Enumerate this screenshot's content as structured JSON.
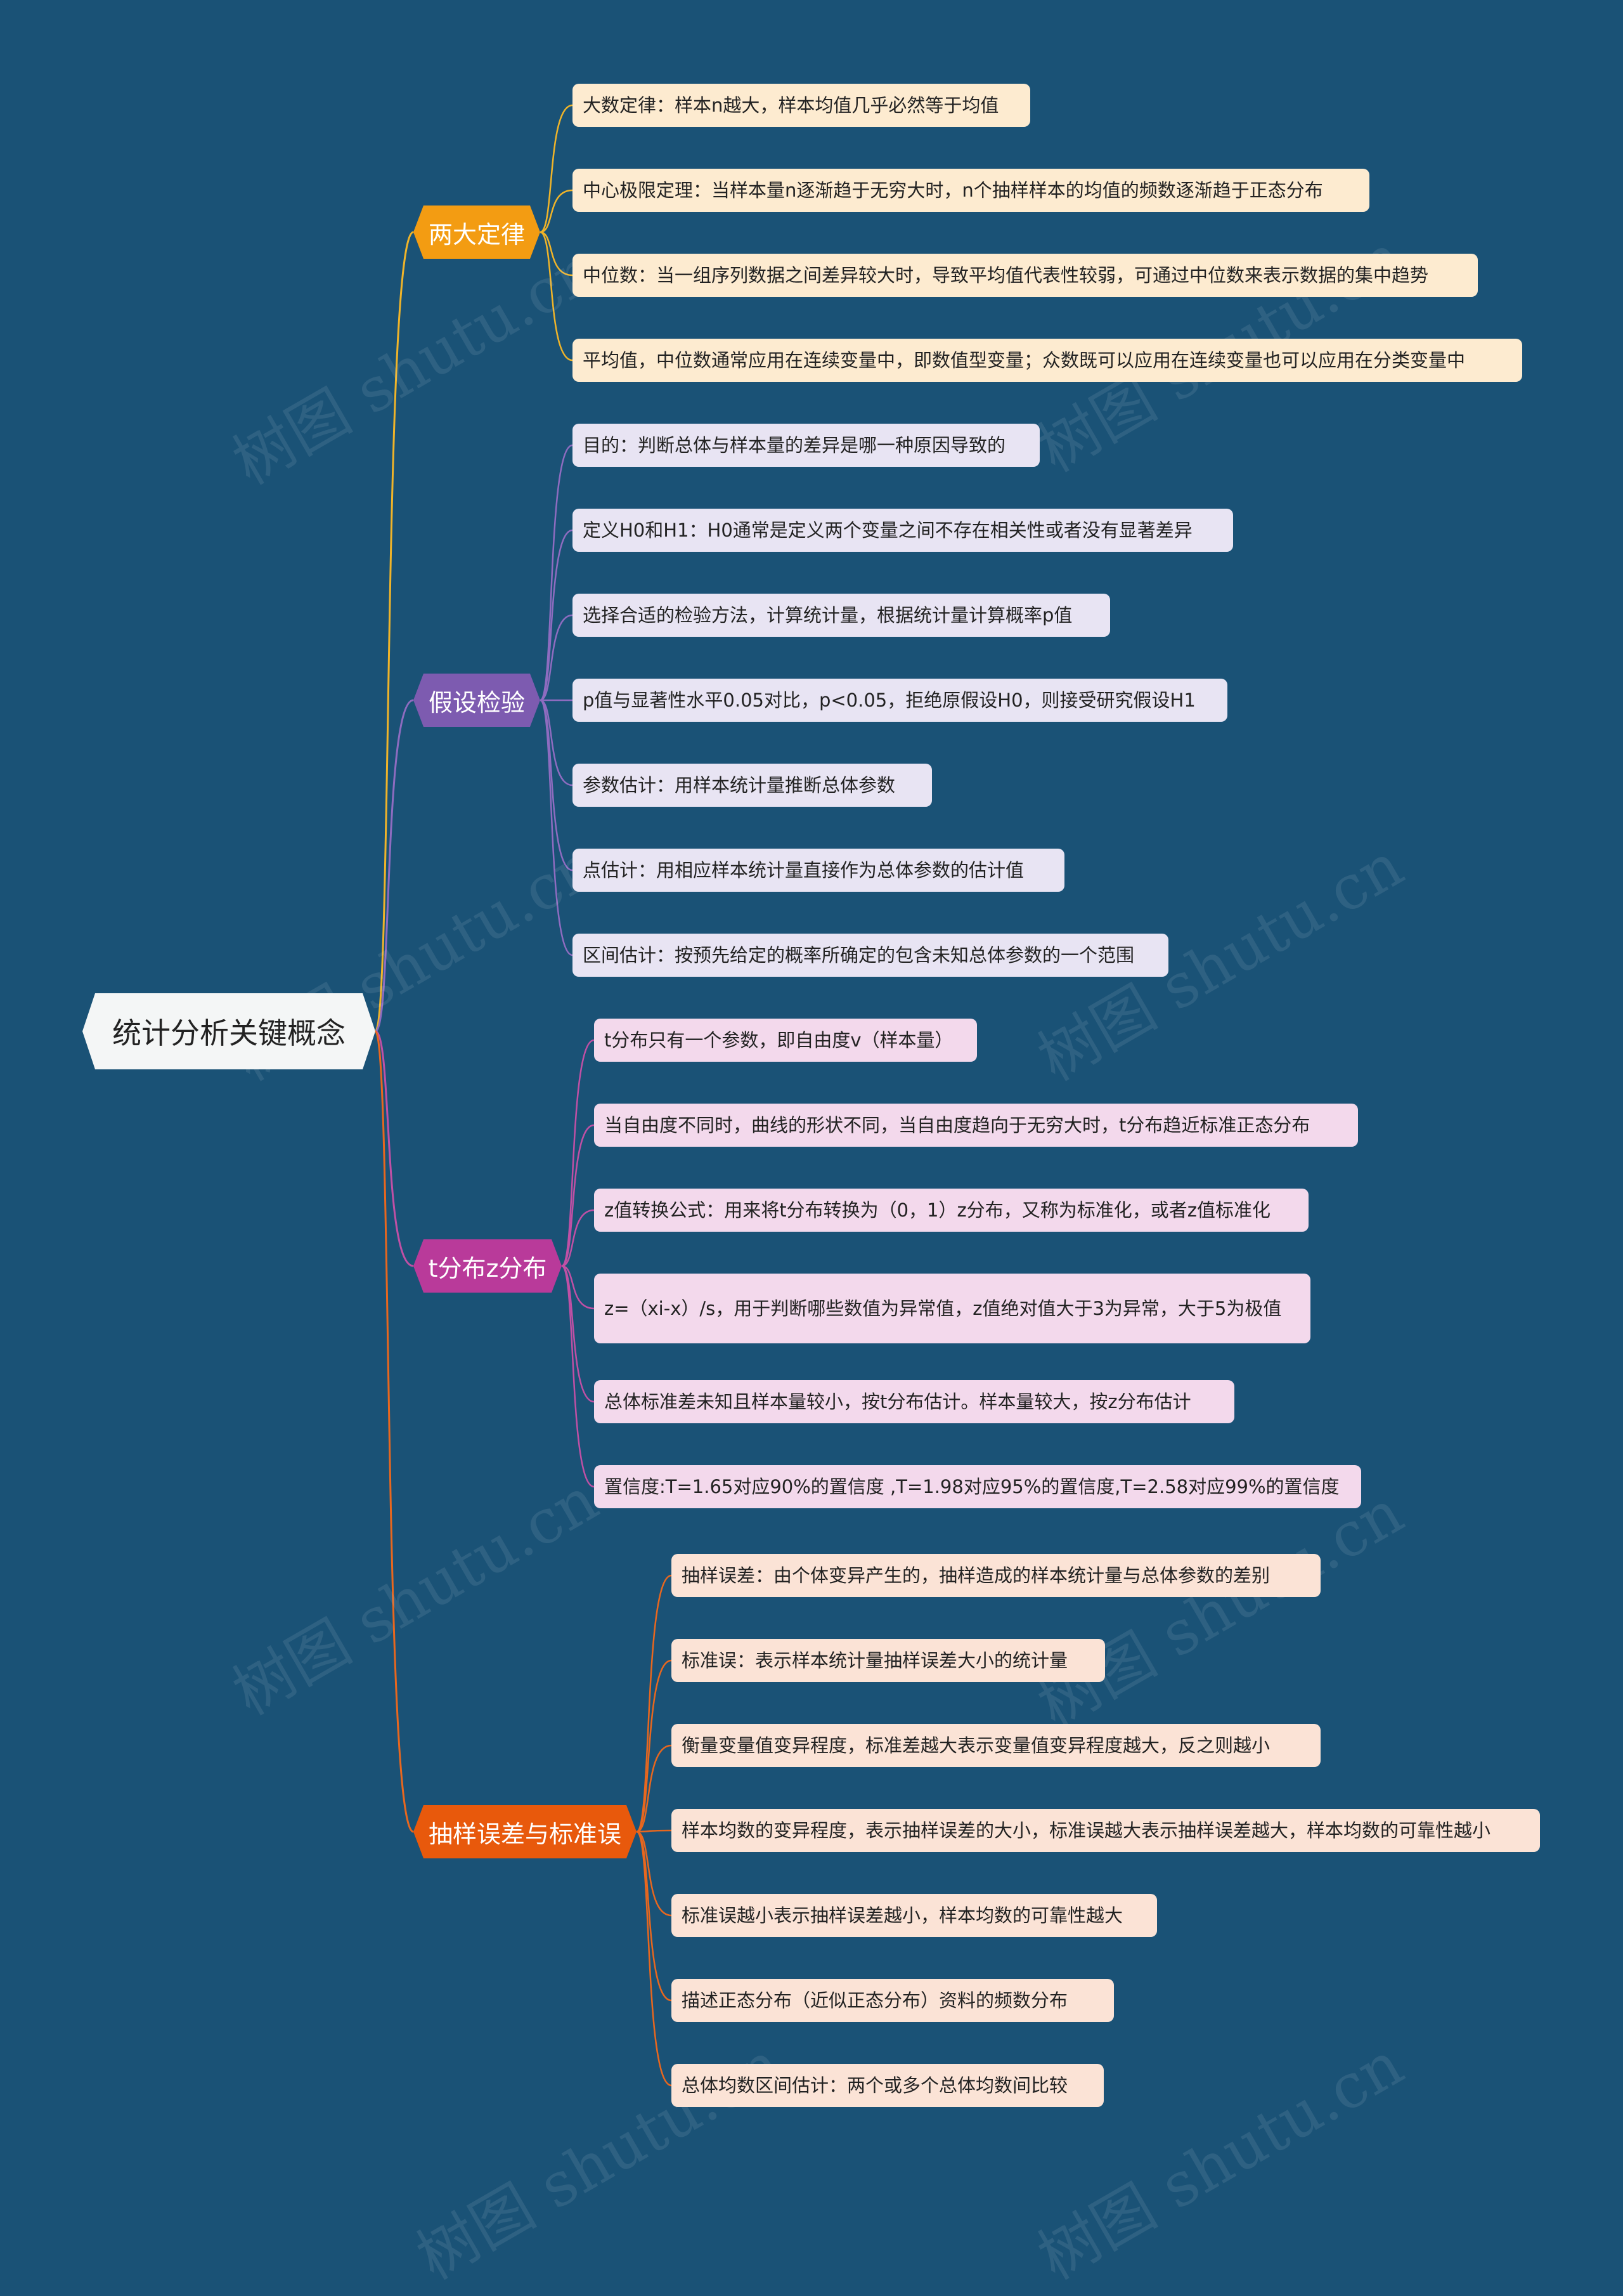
{
  "root": {
    "label": "统计分析关键概念",
    "color": "#f4f6f6"
  },
  "watermark": "树图 shutu.cn",
  "branches": [
    {
      "label": "两大定律",
      "color": "#f39c12",
      "leaf_bg": "#fdebd0",
      "line_color": "#f0b429",
      "leaves": [
        "大数定律：样本n越大，样本均值几乎必然等于均值",
        "中心极限定理：当样本量n逐渐趋于无穷大时，n个抽样样本的均值的频数逐渐趋于正态分布",
        "中位数：当一组序列数据之间差异较大时，导致平均值代表性较弱，可通过中位数来表示数据的集中趋势",
        "平均值，中位数通常应用在连续变量中，即数值型变量；众数既可以应用在连续变量也可以应用在分类变量中"
      ]
    },
    {
      "label": "假设检验",
      "color": "#7d5bb0",
      "leaf_bg": "#e8e4f3",
      "line_color": "#8e6cc0",
      "leaves": [
        "目的：判断总体与样本量的差异是哪一种原因导致的",
        "定义H0和H1：H0通常是定义两个变量之间不存在相关性或者没有显著差异",
        "选择合适的检验方法，计算统计量，根据统计量计算概率p值",
        "p值与显著性水平0.05对比，p<0.05，拒绝原假设H0，则接受研究假设H1",
        "参数估计：用样本统计量推断总体参数",
        "点估计：用相应样本统计量直接作为总体参数的估计值",
        "区间估计：按预先给定的概率所确定的包含未知总体参数的一个范围"
      ]
    },
    {
      "label": "t分布z分布",
      "color": "#b93a9a",
      "leaf_bg": "#f3d9ec",
      "line_color": "#c050a5",
      "leaves": [
        "t分布只有一个参数，即自由度v（样本量）",
        "当自由度不同时，曲线的形状不同，当自由度趋向于无穷大时，t分布趋近标准正态分布",
        "z值转换公式：用来将t分布转换为（0，1）z分布，又称为标准化，或者z值标准化",
        "z=（xi-x）/s，用于判断哪些数值为异常值，z值绝对值大于3为异常，大于5为极值",
        "总体标准差未知且样本量较小，按t分布估计。样本量较大，按z分布估计",
        "置信度:T=1.65对应90%的置信度 ,T=1.98对应95%的置信度,T=2.58对应99%的置信度"
      ]
    },
    {
      "label": "抽样误差与标准误",
      "color": "#e8590c",
      "leaf_bg": "#fbe3d6",
      "line_color": "#e8671e",
      "leaves": [
        "抽样误差：由个体变异产生的，抽样造成的样本统计量与总体参数的差别",
        "标准误：表示样本统计量抽样误差大小的统计量",
        "衡量变量值变异程度，标准差越大表示变量值变异程度越大，反之则越小",
        "样本均数的变异程度，表示抽样误差的大小，标准误越大表示抽样误差越大，样本均数的可靠性越小",
        "标准误越小表示抽样误差越小，样本均数的可靠性越大",
        "描述正态分布（近似正态分布）资料的频数分布",
        "总体均数区间估计：两个或多个总体均数间比较"
      ]
    }
  ]
}
